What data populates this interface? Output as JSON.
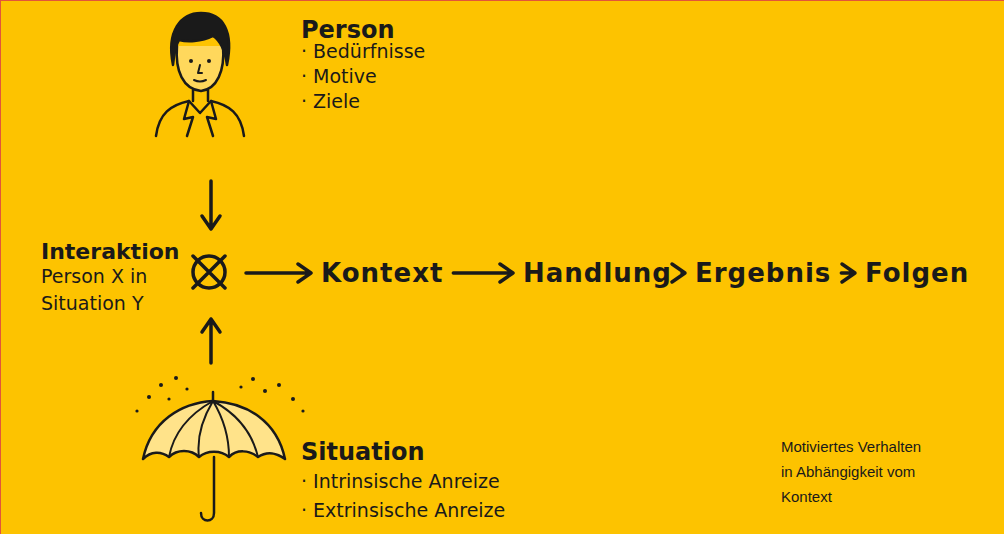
{
  "diagram": {
    "nodes": [
      {
        "text": [
          "Person",
          "· Bedürfnisse",
          "· Motive",
          "· Ziele"
        ]
      },
      {
        "text": [
          "Interaktion",
          "Person X in Situation Y"
        ]
      },
      {
        "text": [
          "Situation",
          "· Intrinsische Anreize",
          "· Extrinsische Anreize"
        ]
      },
      {
        "text": [
          "Kontext"
        ]
      },
      {
        "text": [
          "Handlung"
        ]
      },
      {
        "text": [
          "Ergebnis"
        ]
      },
      {
        "text": [
          "Folgen"
        ]
      }
    ],
    "edges": [
      {
        "from": 0,
        "to": 1,
        "arrow": "to"
      },
      {
        "from": 2,
        "to": 1,
        "arrow": "to"
      },
      {
        "from": 1,
        "to": 3,
        "arrow": "to"
      },
      {
        "from": 3,
        "to": 4,
        "arrow": "to"
      },
      {
        "from": 4,
        "to": 5,
        "arrow": "to"
      },
      {
        "from": 5,
        "to": 6,
        "arrow": "to"
      }
    ],
    "labels": [
      "Motiviertes Verhalten in Abhängigkeit vom Kontext"
    ]
  }
}
